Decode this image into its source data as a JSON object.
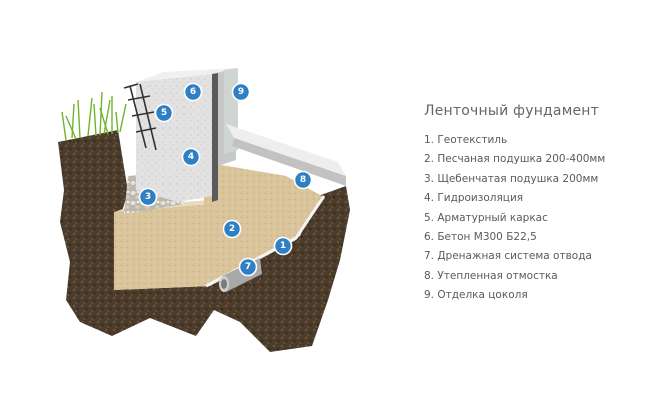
{
  "title": "Ленточный фундамент",
  "items": [
    {
      "num": "1",
      "label": "1. Геотекстиль"
    },
    {
      "num": "2",
      "label": "2. Песчаная подушка 200-400мм"
    },
    {
      "num": "3",
      "label": "3. Щебенчатая подушка 200мм"
    },
    {
      "num": "4",
      "label": "4. Гидроизоляция"
    },
    {
      "num": "5",
      "label": "5. Арматурный каркас"
    },
    {
      "num": "6",
      "label": "6. Бетон М300 Б22,5"
    },
    {
      "num": "7",
      "label": "7. Дренажная система отвода"
    },
    {
      "num": "8",
      "label": "8. Утепленная отмостка"
    },
    {
      "num": "9",
      "label": "9. Отделка цоколя"
    }
  ],
  "colors": {
    "badge": "#2f7fc4",
    "soil": "#4a3a2a",
    "sand": "#d8c29a",
    "concrete": "#dcdcdc"
  }
}
